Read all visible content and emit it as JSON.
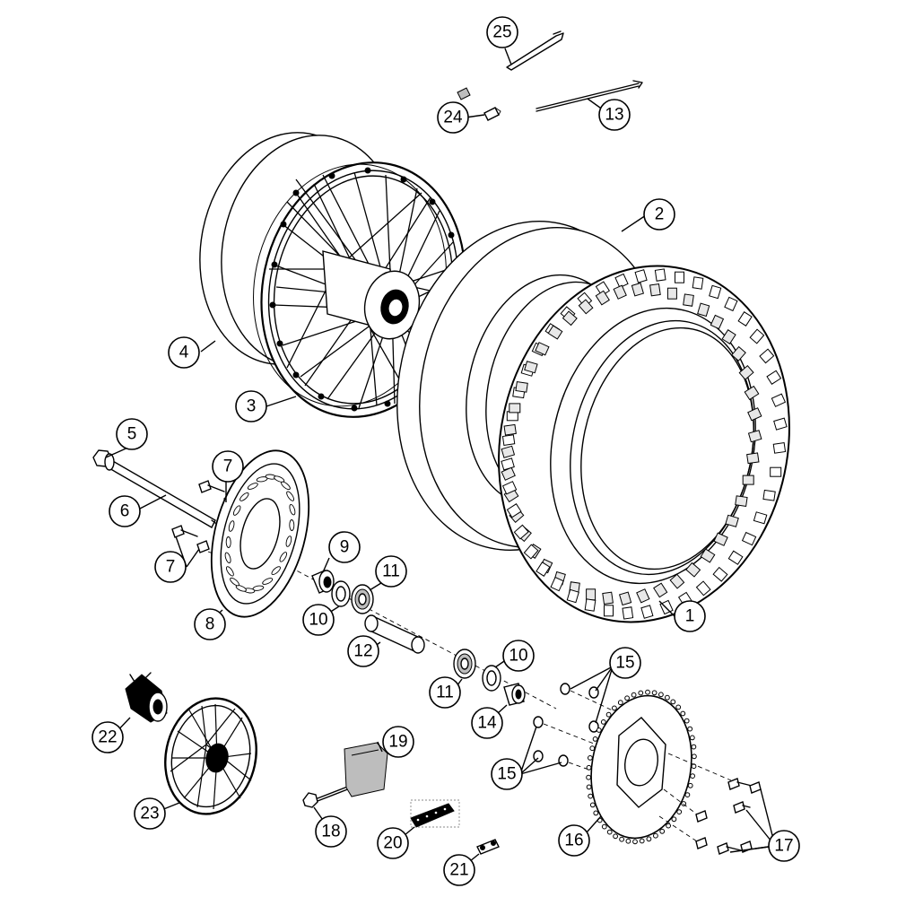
{
  "callouts": {
    "c1": "1",
    "c2": "2",
    "c3": "3",
    "c4": "4",
    "c5": "5",
    "c6": "6",
    "c7a": "7",
    "c7b": "7",
    "c8": "8",
    "c9": "9",
    "c10a": "10",
    "c10b": "10",
    "c11a": "11",
    "c11b": "11",
    "c12": "12",
    "c13": "13",
    "c14": "14",
    "c15a": "15",
    "c15b": "15",
    "c16": "16",
    "c17": "17",
    "c18": "18",
    "c19": "19",
    "c20": "20",
    "c21": "21",
    "c22": "22",
    "c23": "23",
    "c24": "24",
    "c25": "25"
  }
}
